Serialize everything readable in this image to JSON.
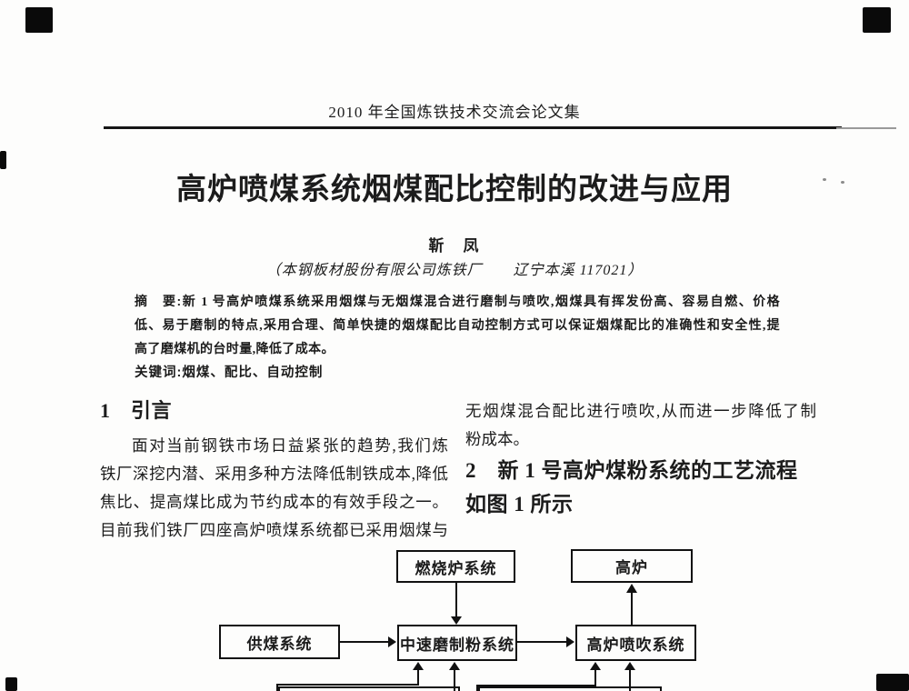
{
  "colors": {
    "paper": "#fdfdfc",
    "ink": "#1c1c1c"
  },
  "running_head": "2010 年全国炼铁技术交流会论文集",
  "article": {
    "title": "高炉喷煤系统烟煤配比控制的改进与应用",
    "author": "靳　凤",
    "affiliation": "（本钢板材股份有限公司炼铁厂　　辽宁本溪 117021）",
    "abstract": {
      "label": "摘　要:",
      "line1": "新 1 号高炉喷煤系统采用烟煤与无烟煤混合进行磨制与喷吹,烟煤具有挥发份高、容易自燃、价格",
      "line2": "低、易于磨制的特点,采用合理、简单快捷的烟煤配比自动控制方式可以保证烟煤配比的准确性和安全性,提",
      "line3": "高了磨煤机的台时量,降低了成本。"
    },
    "keywords": {
      "label": "关键词:",
      "text": "烟煤、配比、自动控制"
    }
  },
  "section1": {
    "heading": "1　引言",
    "lines": [
      "面对当前钢铁市场日益紧张的趋势,我们炼",
      "铁厂深挖内潜、采用多种方法降低制铁成本,降低",
      "焦比、提高煤比成为节约成本的有效手段之一。",
      "目前我们铁厂四座高炉喷煤系统都已采用烟煤与"
    ],
    "continuation": [
      "无烟煤混合配比进行喷吹,从而进一步降低了制",
      "粉成本。"
    ]
  },
  "section2": {
    "heading_line1": "2　新 1 号高炉煤粉系统的工艺流程",
    "heading_line2": "如图 1 所示"
  },
  "diagram": {
    "boxes": [
      {
        "label": "燃烧炉系统"
      },
      {
        "label": "高炉"
      },
      {
        "label": "供煤系统"
      },
      {
        "label": "中速磨制粉系统"
      },
      {
        "label": "高炉喷吹系统"
      }
    ]
  }
}
